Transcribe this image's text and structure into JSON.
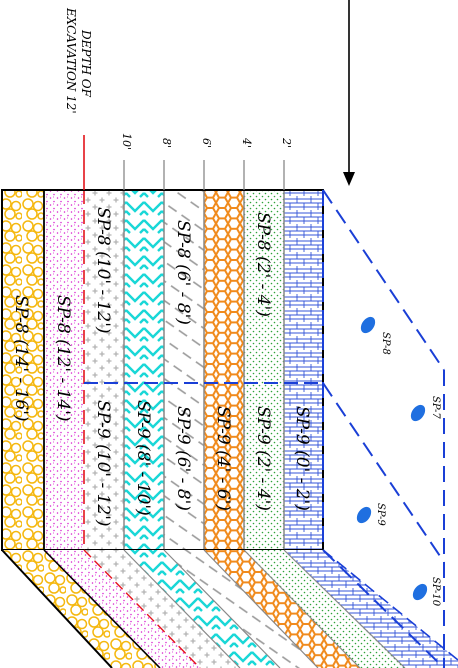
{
  "excavation_label": {
    "line1": "DEPTH OF",
    "line2": "EXCAVATION 12'"
  },
  "depth_ticks": [
    "2'",
    "4'",
    "6'",
    "8'",
    "10'"
  ],
  "boring_labels": [
    "SP-8",
    "SP-7",
    "SP-9",
    "SP-10"
  ],
  "layers": [
    {
      "id": "l1",
      "pattern": "crosshatch-blue",
      "sp8": "",
      "sp9": "SP-9 (0' - 2')"
    },
    {
      "id": "l2",
      "pattern": "dots-green",
      "sp8": "SP-8 (2' - 4')",
      "sp9": "SP-9 (2' - 4')"
    },
    {
      "id": "l3",
      "pattern": "hex-orange",
      "sp8": "",
      "sp9": "SP-9 (4' - 6')"
    },
    {
      "id": "l4",
      "pattern": "dash-gray",
      "sp8": "SP-8 (6' - 8')",
      "sp9": "SP-9 (6' - 8')"
    },
    {
      "id": "l5",
      "pattern": "zigzag-cyan",
      "sp8": "",
      "sp9": "SP-9 (8' - 10')"
    },
    {
      "id": "l6",
      "pattern": "plus-gray",
      "sp8": "SP-8 (10' - 12')",
      "sp9": "SP-9 (10' - 12')"
    },
    {
      "id": "l7",
      "pattern": "dots-magenta",
      "sp8": "SP-8 (12' - 14')",
      "sp9": ""
    },
    {
      "id": "l8",
      "pattern": "gravel-yellow",
      "sp8": "SP-8 (14' - 16')",
      "sp9": ""
    }
  ],
  "colors": {
    "blue_dash": "#1a3fd6",
    "red_dash": "#e3141b",
    "marker": "#1f6fe0",
    "crosshatch": "#3556d8",
    "dots_green": "#2fa33a",
    "hex_orange": "#f08a1c",
    "zigzag_cyan": "#19d7d7",
    "dots_magenta": "#d81fd0",
    "gravel_yellow": "#f5b80f",
    "gray": "#9a9a9a"
  }
}
